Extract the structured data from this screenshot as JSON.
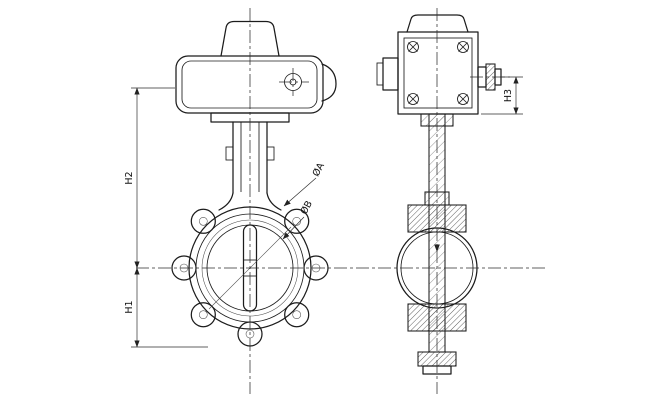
{
  "drawing": {
    "background": "#ffffff",
    "line_color": "#1c1c1c",
    "labels": {
      "h2": "H2",
      "h1": "H1",
      "h3": "H3",
      "dia_a": "ØA",
      "dia_b": "ØB"
    }
  }
}
